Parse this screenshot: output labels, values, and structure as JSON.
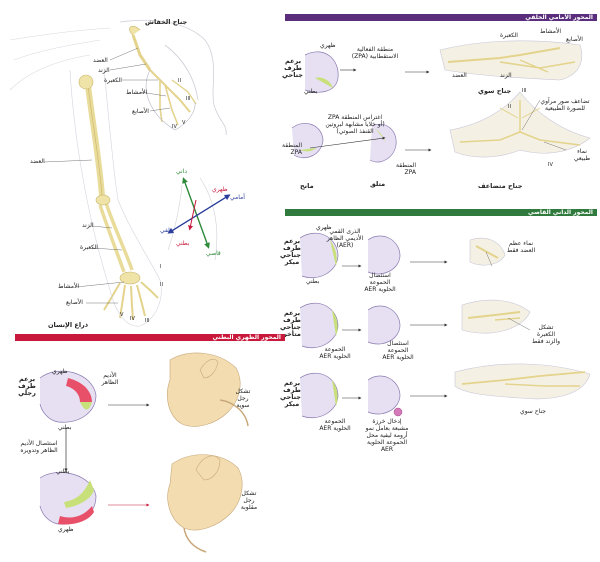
{
  "sections": {
    "anteroposterior": {
      "title": "المحور الأمامي الخلفي",
      "color": "#5a2e7c"
    },
    "proximodistal": {
      "title": "المحور الداني القاصي",
      "color": "#2f7a3c"
    },
    "dorsoventral": {
      "title": "المحور الظهري البطني",
      "color": "#c8193c"
    }
  },
  "bat_wing": {
    "title": "جناح الخفاش",
    "humerus": "العضد",
    "radius": "الزند",
    "ulna": "الكعبرة",
    "carpals": "الأمشاط",
    "phalanges": "الأصابع",
    "roman_numerals": [
      "II",
      "III",
      "IV",
      "V"
    ]
  },
  "human_arm": {
    "title": "ذراع الإنسان",
    "humerus": "العضد",
    "radius": "الزند",
    "ulna": "الكعبرة",
    "carpals": "الأمشاط",
    "phalanges": "الأصابع",
    "roman_numerals": [
      "I",
      "II",
      "III",
      "IV",
      "V"
    ]
  },
  "axes": {
    "dorsal": "ظهري",
    "ventral": "بطني",
    "anterior": "أمامي",
    "posterior": "خلفي",
    "proximal": "داني",
    "distal": "قاصي"
  },
  "ap_panel": {
    "row1_side_label": "برعم طرف جناحي",
    "zpa_label": "منطقة الفعالية الاستقطابية (ZPA)",
    "dorsal": "ظهري",
    "ventral": "بطني",
    "result1_title": "جناح سوي",
    "result1_labels": {
      "ulna": "الكعبرة",
      "carpals": "الأمشاط",
      "phalanges": "الأصابع",
      "radius": "الزند",
      "humerus": "العضد"
    },
    "graft_text": "اغتراس المنطقة ZPA (أو خلايا مشابهة لبروتين القنفذ الصوتي)",
    "zpa_small_left": "المنطقة ZPA",
    "zpa_small_right": "المنطقة ZPA",
    "donor": "مانح",
    "host": "متلق",
    "result2_title": "جناح متضاعف",
    "result2_labels": {
      "mirror": "تضاعف صور مرآوي للصورة الطبيعية",
      "normal": "نماء طبيعي"
    },
    "roman_numerals": [
      "II",
      "III",
      "IV"
    ]
  },
  "pd_panel": {
    "row1_side_label": "برعم طرف جناحي مبكر",
    "row1_aer": "الذرى القمي الأديمي الظاهر (AER)",
    "row1_dorsal": "ظهري",
    "row1_ventral": "بطني",
    "row1_step": "استئصال الحموعة الحلوية AER",
    "row1_result": "نماء عظم العضد فقط",
    "row2_side_label": "برعم طرف جناحي متأخر",
    "row2_label": "الحموعة الحلوية AER",
    "row2_step": "استئصال الحموعة الحلوية AER",
    "row2_result": "تشكل الكعبرة والزند فقط",
    "row3_side_label": "برعم طرف جناحي مبكر",
    "row3_label": "الحموعة الحلوية AER",
    "row3_step": "إدخال خرزة مشبعة بعامل نمو أرومة ليفية محل الحموعة الحلوية AER",
    "row3_result": "جناح سوي"
  },
  "dv_panel": {
    "side_label": "برعم طرف رجلي",
    "top_dorsal": "ظهري",
    "top_ventral": "بطني",
    "ectoderm": "الأديم الظاهر",
    "step": "استئصال الأديم الظاهر وتدويره",
    "bottom_dorsal": "بطني",
    "bottom_ventral": "ظهري",
    "result1": "تشكل رجل سوية",
    "result2": "تشكل رجل مقلوبة"
  }
}
